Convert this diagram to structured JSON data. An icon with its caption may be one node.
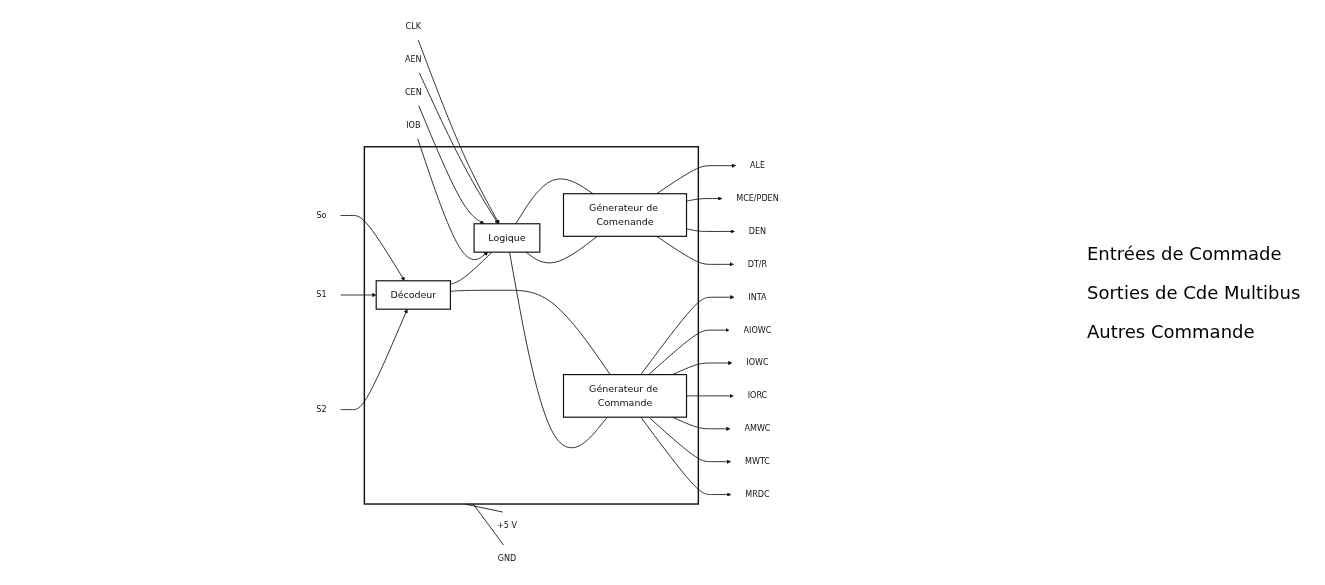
{
  "diagram": {
    "nodes": [
      {
        "text": [],
        "shape": "box"
      },
      {
        "text": [
          "Décodeur"
        ],
        "in": 0
      },
      {
        "text": [
          "Génerateur de Commande"
        ],
        "in": 0
      },
      {
        "text": [
          "Logique"
        ],
        "in": 0
      },
      {
        "text": [
          "Génerateur de Comenande"
        ],
        "in": 0
      },
      {
        "text": [
          "So"
        ]
      },
      {
        "text": [
          "S1"
        ]
      },
      {
        "text": [
          "S2"
        ]
      },
      {
        "text": [
          "CLK"
        ]
      },
      {
        "text": [
          "AEN"
        ]
      },
      {
        "text": [
          "CEN"
        ]
      },
      {
        "text": [
          "IOB"
        ]
      },
      {
        "text": [
          "MRDC"
        ]
      },
      {
        "text": [
          "MWTC"
        ]
      },
      {
        "text": [
          "AMWC"
        ]
      },
      {
        "text": [
          "IORC"
        ]
      },
      {
        "text": [
          "IOWC"
        ]
      },
      {
        "text": [
          "AIOWC"
        ]
      },
      {
        "text": [
          "INTA"
        ]
      },
      {
        "text": [
          "DT/R"
        ]
      },
      {
        "text": [
          "DEN"
        ]
      },
      {
        "text": [
          "MCE/PDEN"
        ]
      },
      {
        "text": [
          "ALE"
        ]
      },
      {
        "text": [
          "+5 V"
        ]
      },
      {
        "text": [
          "GND"
        ]
      }
    ],
    "edges": [
      {
        "from": 5,
        "to": 1,
        "arrow": "to"
      },
      {
        "from": 6,
        "to": 1,
        "arrow": "to"
      },
      {
        "from": 7,
        "to": 1,
        "arrow": "to"
      },
      {
        "from": 8,
        "to": 3,
        "arrow": "to"
      },
      {
        "from": 9,
        "to": 3,
        "arrow": "to"
      },
      {
        "from": 10,
        "to": 3,
        "arrow": "to"
      },
      {
        "from": 11,
        "to": 3,
        "arrow": "to"
      },
      {
        "from": 1,
        "to": 3,
        "arrow": "none"
      },
      {
        "from": 1,
        "to": 2,
        "arrow": "none"
      },
      {
        "from": 3,
        "to": 2,
        "arrow": "none"
      },
      {
        "from": 3,
        "to": 4,
        "arrow": "none"
      },
      {
        "from": 3,
        "to": 4,
        "arrow": "none"
      },
      {
        "from": 2,
        "to": 12,
        "arrow": "to"
      },
      {
        "from": 2,
        "to": 13,
        "arrow": "to"
      },
      {
        "from": 2,
        "to": 14,
        "arrow": "to"
      },
      {
        "from": 2,
        "to": 15,
        "arrow": "to"
      },
      {
        "from": 2,
        "to": 16,
        "arrow": "to"
      },
      {
        "from": 2,
        "to": 17,
        "arrow": "to"
      },
      {
        "from": 2,
        "to": 18,
        "arrow": "to"
      },
      {
        "from": 4,
        "to": 19,
        "arrow": "to"
      },
      {
        "from": 4,
        "to": 20,
        "arrow": "to"
      },
      {
        "from": 4,
        "to": 21,
        "arrow": "to"
      },
      {
        "from": 4,
        "to": 22,
        "arrow": "to"
      },
      {
        "from": 0,
        "to": 23,
        "arrow": "none"
      },
      {
        "from": 0,
        "to": 24,
        "arrow": "none"
      }
    ],
    "labels": [
      "Entrées de Commade",
      "Sorties de Cde Multibus",
      "Autres Commande"
    ]
  }
}
